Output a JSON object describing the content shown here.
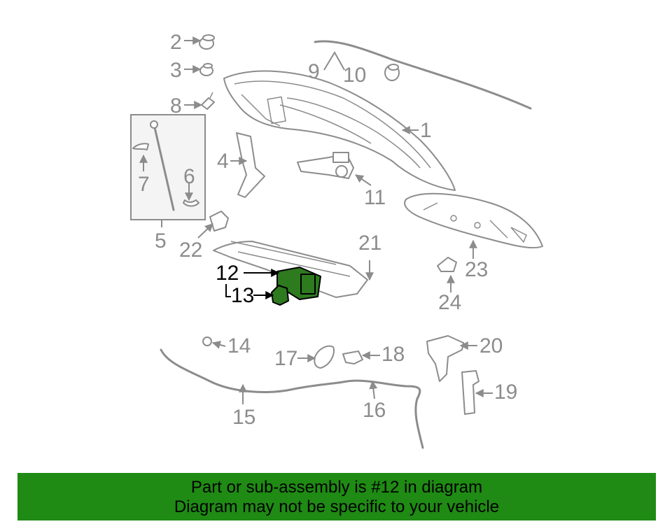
{
  "diagram": {
    "highlight_color": "#2e7a1f",
    "callouts": [
      "1",
      "2",
      "3",
      "4",
      "5",
      "6",
      "7",
      "8",
      "9",
      "10",
      "11",
      "12",
      "13",
      "14",
      "15",
      "16",
      "17",
      "18",
      "19",
      "20",
      "21",
      "22",
      "23",
      "24"
    ],
    "highlighted_callouts": [
      "12",
      "13"
    ]
  },
  "banner": {
    "line1": "Part or sub-assembly is #12 in diagram",
    "line2": "Diagram may not be specific to your vehicle",
    "background": "#1f8a14"
  }
}
